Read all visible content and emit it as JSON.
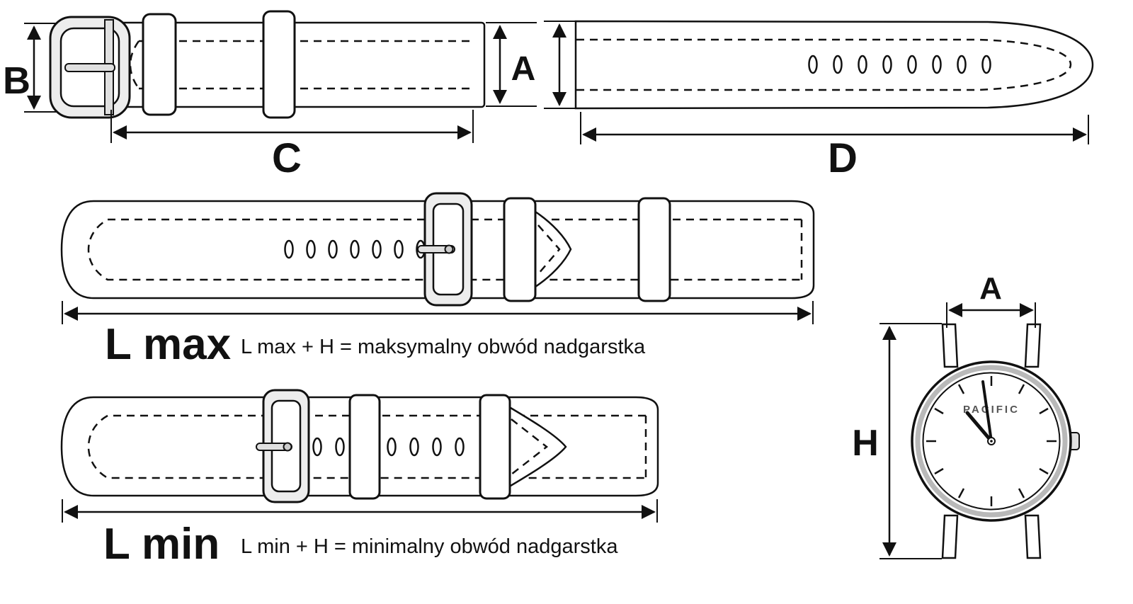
{
  "labels": {
    "b": "B",
    "a": "A",
    "c": "C",
    "d": "D",
    "l_max": "L max",
    "l_min": "L min",
    "a_watch": "A",
    "h": "H"
  },
  "formulas": {
    "l_max": "L max + H  = maksymalny obwód nadgarstka",
    "l_min": "L min + H  = minimalny obwód nadgarstka"
  },
  "watch": {
    "brand": "PACIFIC"
  }
}
